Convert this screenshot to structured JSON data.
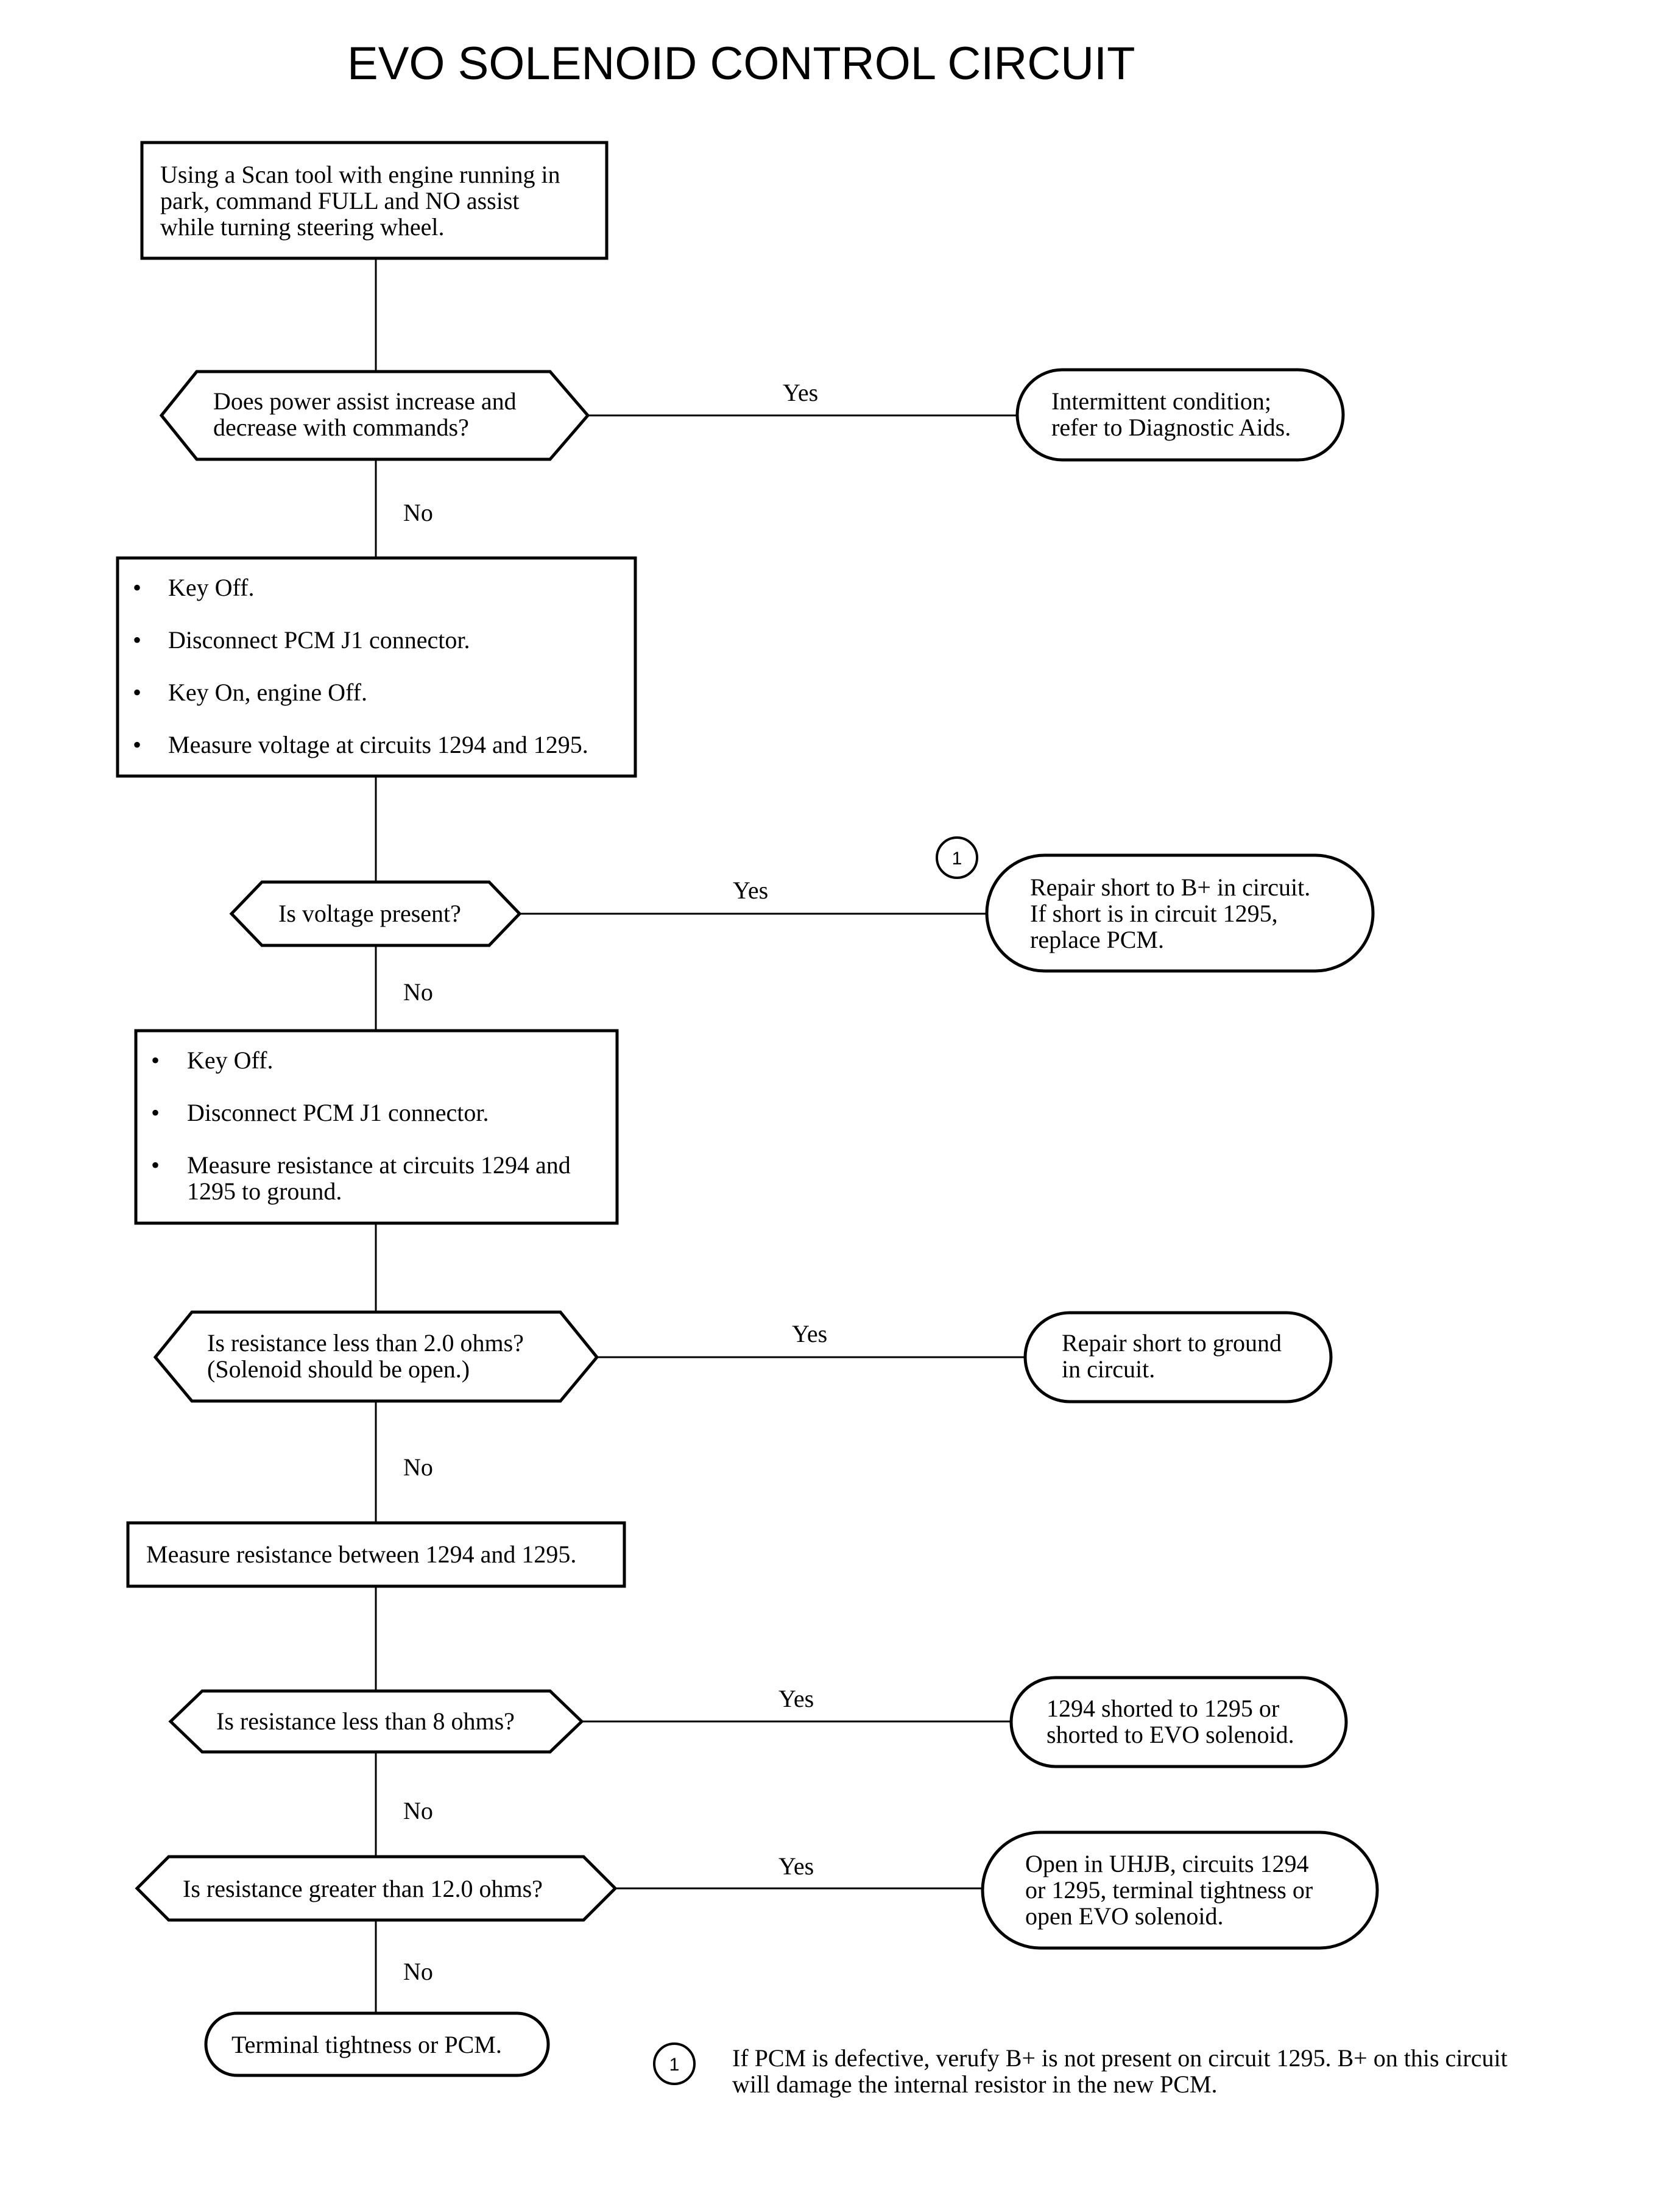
{
  "title": "EVO SOLENOID CONTROL CIRCUIT",
  "steps": {
    "start": [
      "Using a Scan tool with engine running in",
      "park, command FULL and NO assist",
      "while turning steering wheel."
    ],
    "q1": [
      "Does power assist increase and",
      "decrease with commands?"
    ],
    "r1": [
      "Intermittent condition;",
      "refer to Diagnostic Aids."
    ],
    "s2": [
      "Key Off.",
      "Disconnect PCM J1 connector.",
      "Key On, engine Off.",
      "Measure voltage at circuits 1294 and 1295."
    ],
    "q2": [
      "Is voltage present?"
    ],
    "r2": [
      "Repair short to B+ in circuit.",
      "If short is in circuit 1295,",
      "replace PCM."
    ],
    "s3": [
      "Key Off.",
      "Disconnect PCM J1 connector.",
      "Measure resistance at circuits 1294 and",
      "1295 to ground."
    ],
    "q3": [
      "Is resistance less than 2.0 ohms?",
      "(Solenoid should be open.)"
    ],
    "r3": [
      "Repair short to ground",
      "in circuit."
    ],
    "s4": [
      "Measure resistance between 1294 and 1295."
    ],
    "q4": [
      "Is resistance less than 8 ohms?"
    ],
    "r4": [
      "1294 shorted to 1295 or",
      "shorted to EVO solenoid."
    ],
    "q5": [
      "Is resistance greater than 12.0 ohms?"
    ],
    "r5": [
      "Open in UHJB, circuits 1294",
      "or 1295, terminal tightness or",
      "open EVO solenoid."
    ],
    "end": [
      "Terminal tightness or PCM."
    ]
  },
  "labels": {
    "yes": "Yes",
    "no": "No"
  },
  "note": {
    "marker": "1",
    "lines": [
      "If PCM is defective, verufy B+ is not present on circuit 1295. B+ on this circuit",
      "will damage the internal resistor in the new PCM."
    ]
  },
  "bullet": "•"
}
